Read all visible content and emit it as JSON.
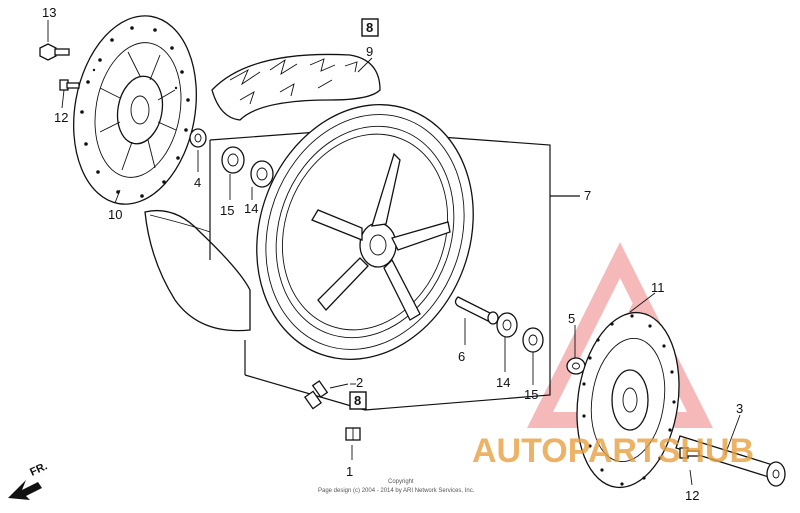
{
  "diagram": {
    "callouts": {
      "c13": "13",
      "c12a": "12",
      "c10": "10",
      "c4": "4",
      "c15a": "15",
      "c14a": "14",
      "c9": "9",
      "c8a": "8",
      "c7": "7",
      "c2": "2",
      "c8b": "8",
      "c1": "1",
      "c6": "6",
      "c14b": "14",
      "c15b": "15",
      "c5": "5",
      "c11": "11",
      "c3": "3",
      "c12b": "12"
    },
    "direction_label": "FR.",
    "copyright": {
      "line1": "Copyright",
      "line2": "Page design (c) 2004 - 2014 by ARI Network Services, Inc."
    },
    "watermark": {
      "text": "AUTOPARTSHUB",
      "color": "#e8a040",
      "logo_color": "#f08080"
    }
  }
}
